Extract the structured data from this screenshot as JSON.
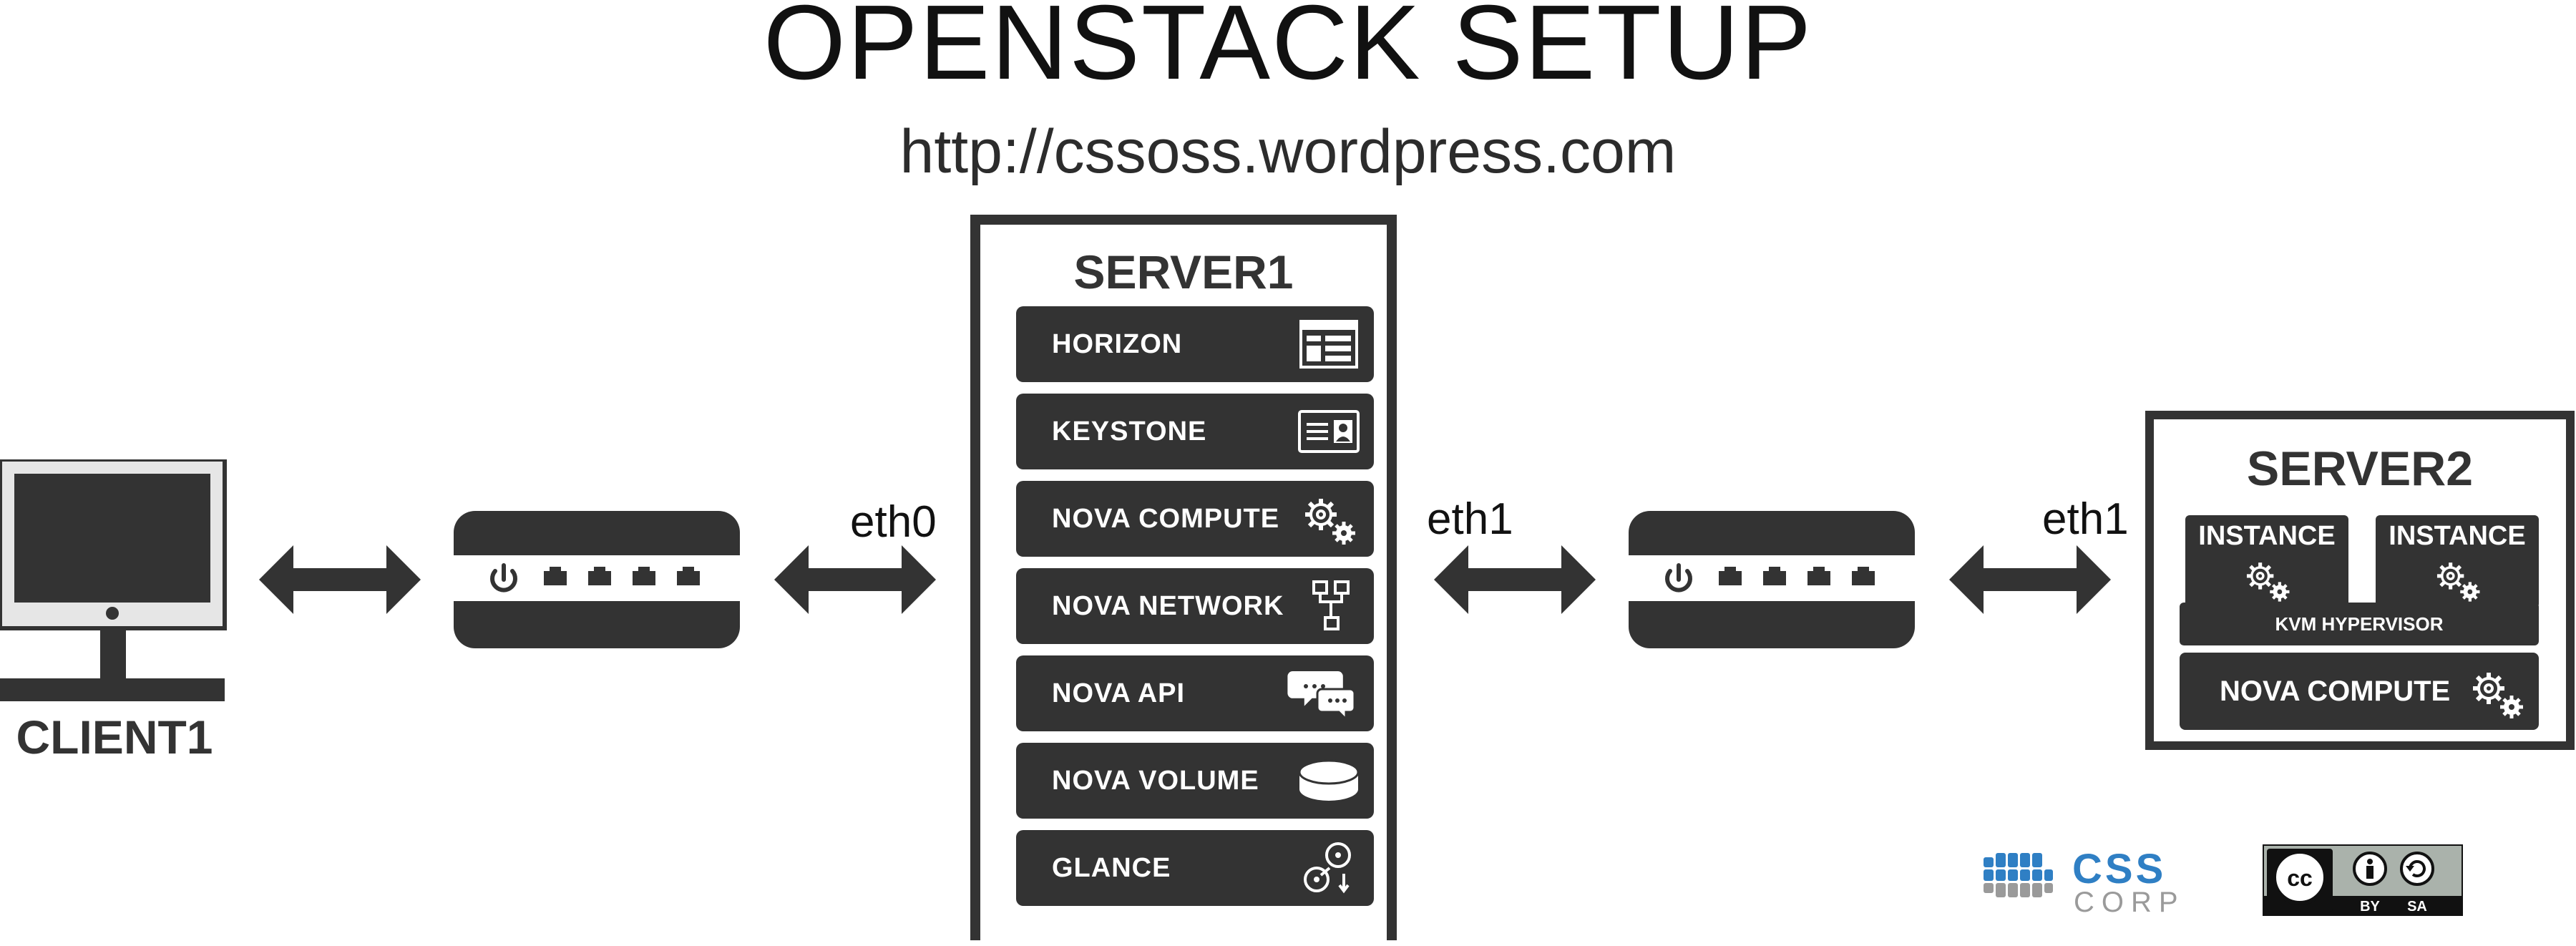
{
  "title": "OPENSTACK SETUP",
  "subtitle": "http://cssoss.wordpress.com",
  "client": {
    "label": "CLIENT1"
  },
  "interfaces": {
    "eth0": "eth0",
    "eth1_left": "eth1",
    "eth1_right": "eth1"
  },
  "server1": {
    "title": "SERVER1",
    "services": [
      {
        "label": "HORIZON",
        "icon": "dashboard-icon"
      },
      {
        "label": "KEYSTONE",
        "icon": "id-card-icon"
      },
      {
        "label": "NOVA COMPUTE",
        "icon": "gears-icon"
      },
      {
        "label": "NOVA NETWORK",
        "icon": "network-tree-icon"
      },
      {
        "label": "NOVA API",
        "icon": "chat-bubbles-icon"
      },
      {
        "label": "NOVA VOLUME",
        "icon": "disk-icon"
      },
      {
        "label": "GLANCE",
        "icon": "images-icon"
      }
    ]
  },
  "server2": {
    "title": "SERVER2",
    "instances": [
      "INSTANCE",
      "INSTANCE"
    ],
    "hypervisor": "KVM HYPERVISOR",
    "compute": "NOVA COMPUTE"
  },
  "logos": {
    "company_line1": "CSS",
    "company_line2": "CORP",
    "license_by": "BY",
    "license_sa": "SA",
    "license_cc": "cc"
  },
  "colors": {
    "dark": "#333333",
    "light_gray": "#e6e6e6",
    "logo_blue": "#2f7fc4"
  }
}
